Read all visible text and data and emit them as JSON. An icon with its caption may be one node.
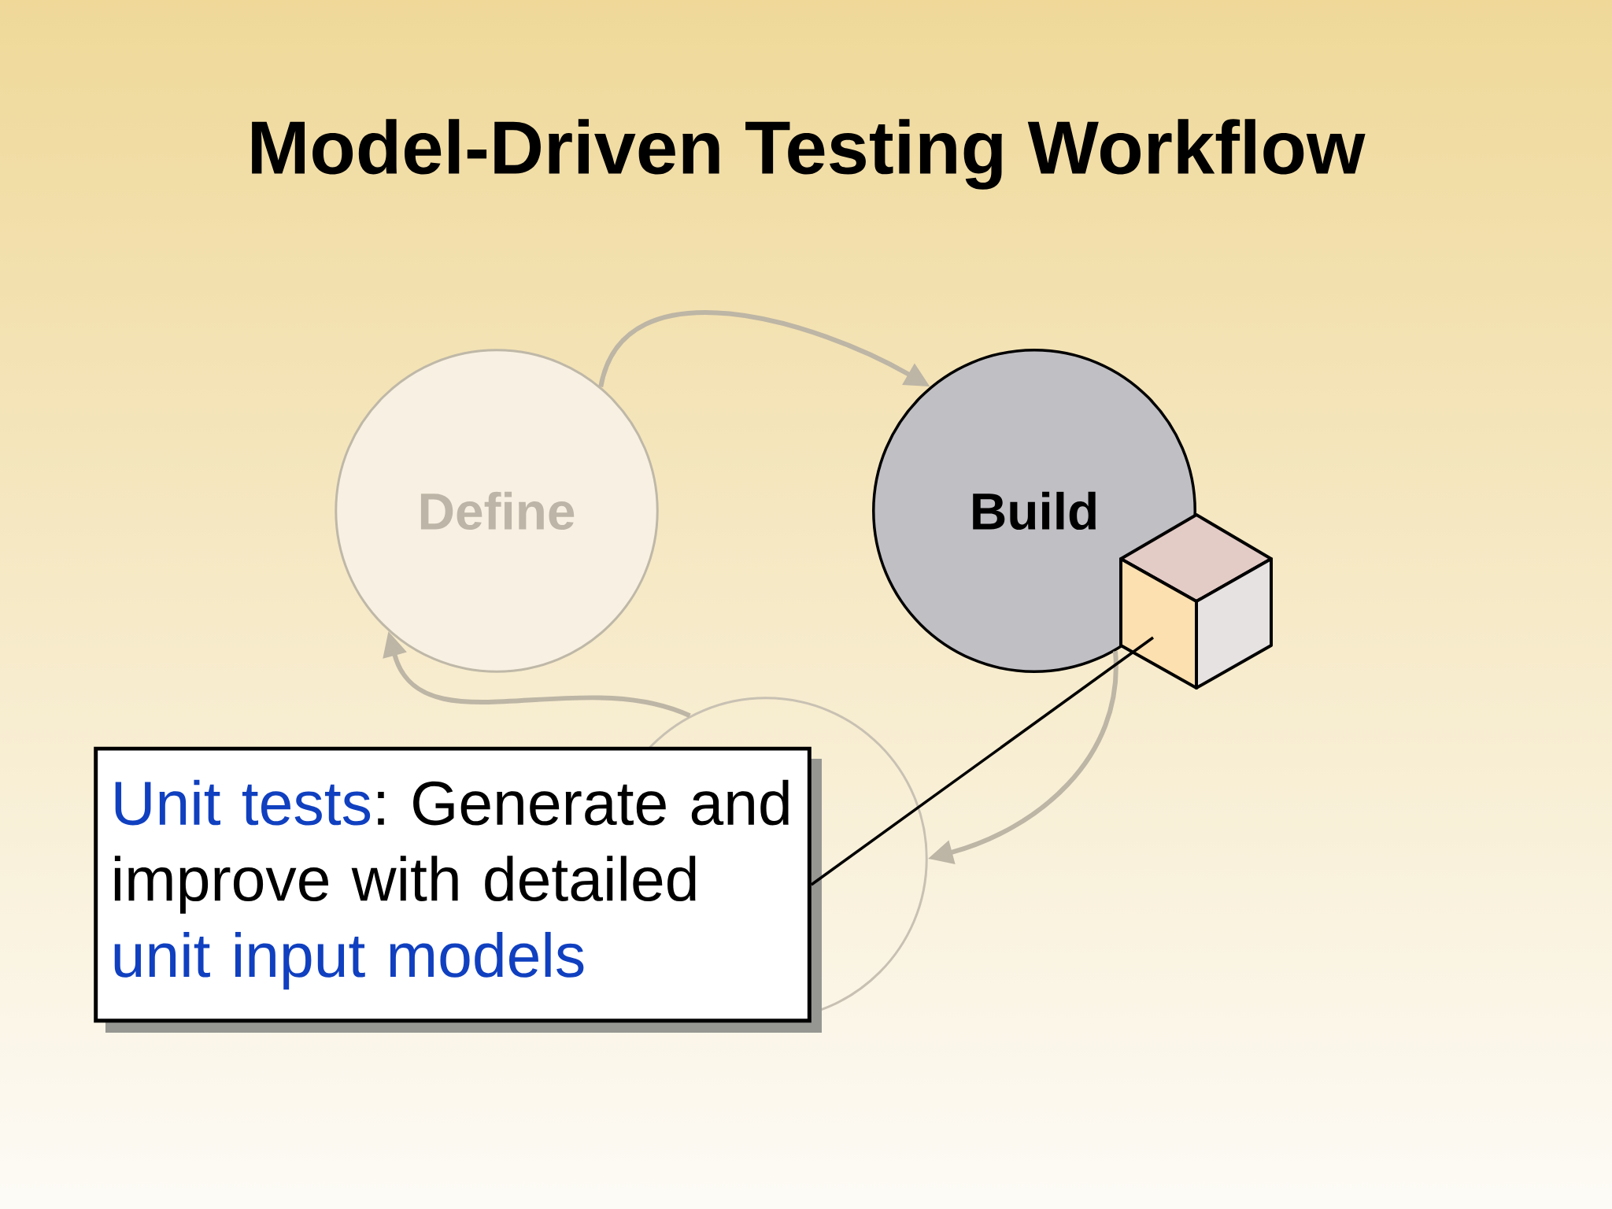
{
  "diagram": {
    "title": "Model-Driven Testing Workflow",
    "nodes": [
      {
        "text": [
          "Define"
        ]
      },
      {
        "text": [
          "Build"
        ]
      },
      {
        "text": [],
        "shape": "circle"
      },
      {
        "text": [],
        "shape": "cube"
      },
      {
        "text": [
          "Unit tests",
          ": Generate and improve with detailed",
          "unit input models"
        ]
      }
    ],
    "edges": [
      {
        "from": 0,
        "to": 1,
        "arrow": "to"
      },
      {
        "from": 1,
        "to": 2,
        "arrow": "to"
      },
      {
        "from": 2,
        "to": 0,
        "arrow": "to"
      },
      {
        "from": 4,
        "to": 3,
        "arrow": "none",
        "color": "#000000"
      }
    ]
  }
}
